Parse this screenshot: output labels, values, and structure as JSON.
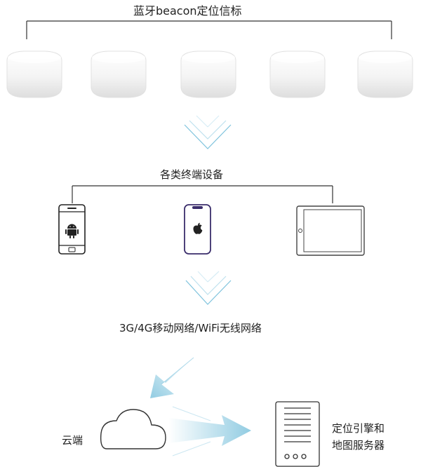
{
  "diagram": {
    "top_title": "蓝牙beacon定位信标",
    "beacons": [
      {
        "id": "beacon-1"
      },
      {
        "id": "beacon-2"
      },
      {
        "id": "beacon-3"
      },
      {
        "id": "beacon-4"
      },
      {
        "id": "beacon-5"
      }
    ],
    "devices_title": "各类终端设备",
    "devices": [
      {
        "kind": "android-phone",
        "icon": "android-icon"
      },
      {
        "kind": "iphone",
        "icon": "apple-icon"
      },
      {
        "kind": "tablet",
        "icon": "tablet-icon"
      }
    ],
    "network_label": "3G/4G移动网络/WiFi无线网络",
    "cloud_label": "云端",
    "server_label_line1": "定位引擎和",
    "server_label_line2": "地图服务器",
    "colors": {
      "arrow": "#7ec3dd",
      "line": "#333333",
      "beacon": "#f2f2f2"
    }
  }
}
